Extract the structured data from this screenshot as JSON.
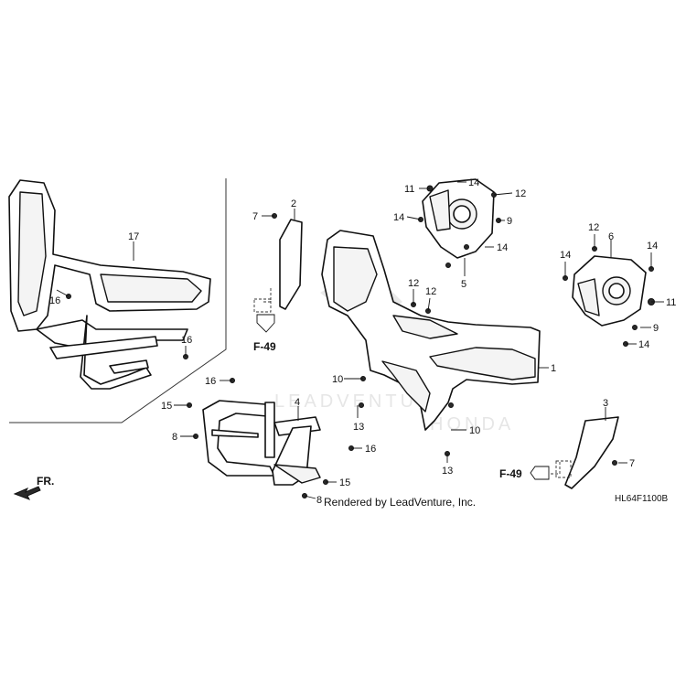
{
  "callouts": [
    "1",
    "2",
    "3",
    "4",
    "5",
    "6",
    "7",
    "7",
    "8",
    "8",
    "9",
    "9",
    "10",
    "10",
    "11",
    "11",
    "12",
    "12",
    "12",
    "12",
    "13",
    "13",
    "14",
    "14",
    "14",
    "14",
    "14",
    "14",
    "15",
    "15",
    "16",
    "16",
    "16",
    "16",
    "17"
  ],
  "refs": {
    "left": "F-49",
    "right": "F-49"
  },
  "front_label": "FR.",
  "credit": "Rendered by LeadVenture, Inc.",
  "diagram_code": "HL64F1100B",
  "watermark": {
    "text": "LEADVENTURE",
    "brand": "HONDA"
  }
}
